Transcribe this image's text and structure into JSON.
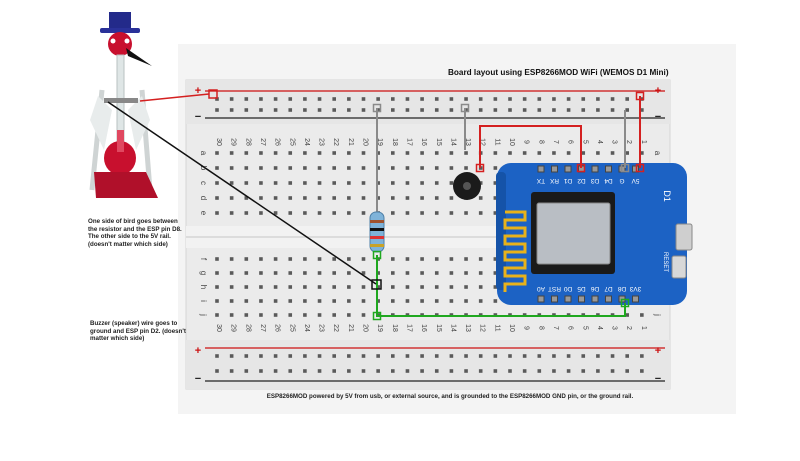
{
  "title": "Board layout using ESP8266MOD WiFi (WEMOS D1 Mini)",
  "notes": {
    "bird": "One side of bird goes between\nthe resistor and the ESP pin D8.\nThe other side to the 5V rail.\n(doesn't matter which side)",
    "buzzer": "Buzzer (speaker) wire goes to\nground and ESP pin D2. (doesn't\nmatter which side)"
  },
  "caption": "ESP8266MOD powered by 5V from usb, or external source, and is grounded to the ESP8266MOD GND pin, or the ground rail.",
  "breadboard": {
    "columns": [
      "30",
      "29",
      "28",
      "27",
      "26",
      "25",
      "24",
      "23",
      "22",
      "21",
      "20",
      "19",
      "18",
      "17",
      "16",
      "15",
      "14",
      "13",
      "12",
      "11",
      "10",
      "9",
      "8",
      "7",
      "6",
      "5",
      "4",
      "3",
      "2",
      "1"
    ],
    "rows_top": [
      "a",
      "b",
      "c",
      "d",
      "e"
    ],
    "rows_bottom": [
      "f",
      "g",
      "h",
      "i",
      "j"
    ],
    "rail_plus": "+",
    "rail_minus": "−"
  },
  "board": {
    "name": "D1",
    "top_pins": [
      "TX",
      "RX",
      "D1",
      "D2",
      "D3",
      "D4",
      "G",
      "5V"
    ],
    "bottom_pins": [
      "A0",
      "RST",
      "D0",
      "D5",
      "D6",
      "D7",
      "D8",
      "3V3"
    ],
    "reset_label": "RESET"
  },
  "colors": {
    "board_blue": "#1c62c4",
    "red_wire": "#d42020",
    "green_wire": "#1fa81f",
    "black_wire": "#111111",
    "rail_red": "#cc1111",
    "breadboard": "#ececec"
  }
}
